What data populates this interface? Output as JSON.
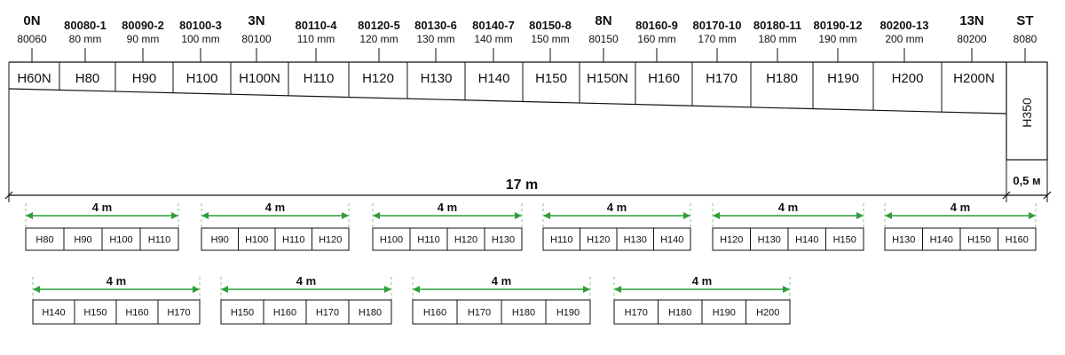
{
  "top_labels": [
    {
      "code": "0N",
      "sub": "80060",
      "major": true
    },
    {
      "code": "80080-1",
      "sub": "80 mm",
      "major": false
    },
    {
      "code": "80090-2",
      "sub": "90 mm",
      "major": false
    },
    {
      "code": "80100-3",
      "sub": "100 mm",
      "major": false
    },
    {
      "code": "3N",
      "sub": "80100",
      "major": true
    },
    {
      "code": "80110-4",
      "sub": "110 mm",
      "major": false
    },
    {
      "code": "80120-5",
      "sub": "120 mm",
      "major": false
    },
    {
      "code": "80130-6",
      "sub": "130 mm",
      "major": false
    },
    {
      "code": "80140-7",
      "sub": "140 mm",
      "major": false
    },
    {
      "code": "80150-8",
      "sub": "150 mm",
      "major": false
    },
    {
      "code": "8N",
      "sub": "80150",
      "major": true
    },
    {
      "code": "80160-9",
      "sub": "160 mm",
      "major": false
    },
    {
      "code": "80170-10",
      "sub": "170 mm",
      "major": false
    },
    {
      "code": "80180-11",
      "sub": "180 mm",
      "major": false
    },
    {
      "code": "80190-12",
      "sub": "190 mm",
      "major": false
    },
    {
      "code": "80200-13",
      "sub": "200 mm",
      "major": false
    },
    {
      "code": "13N",
      "sub": "80200",
      "major": true
    },
    {
      "code": "ST",
      "sub": "8080",
      "major": true
    }
  ],
  "channel_segments": [
    "H60N",
    "H80",
    "H90",
    "H100",
    "H100N",
    "H110",
    "H120",
    "H130",
    "H140",
    "H150",
    "H150N",
    "H160",
    "H170",
    "H180",
    "H190",
    "H200",
    "H200N"
  ],
  "end_block": "H350",
  "total_length": "17 m",
  "end_length": "0,5 м",
  "rows": [
    [
      {
        "length": "4 m",
        "cells": [
          "H80",
          "H90",
          "H100",
          "H110"
        ]
      },
      {
        "length": "4 m",
        "cells": [
          "H90",
          "H100",
          "H110",
          "H120"
        ]
      },
      {
        "length": "4 m",
        "cells": [
          "H100",
          "H110",
          "H120",
          "H130"
        ]
      },
      {
        "length": "4 m",
        "cells": [
          "H110",
          "H120",
          "H130",
          "H140"
        ]
      },
      {
        "length": "4 m",
        "cells": [
          "H120",
          "H130",
          "H140",
          "H150"
        ]
      },
      {
        "length": "4 m",
        "cells": [
          "H130",
          "H140",
          "H150",
          "H160"
        ]
      }
    ],
    [
      {
        "length": "4 m",
        "cells": [
          "H140",
          "H150",
          "H160",
          "H170"
        ]
      },
      {
        "length": "4 m",
        "cells": [
          "H150",
          "H160",
          "H170",
          "H180"
        ]
      },
      {
        "length": "4 m",
        "cells": [
          "H160",
          "H170",
          "H180",
          "H190"
        ]
      },
      {
        "length": "4 m",
        "cells": [
          "H170",
          "H180",
          "H190",
          "H200"
        ]
      }
    ]
  ],
  "colors": {
    "line": "#111111",
    "accent": "#2e9e3a",
    "guide": "#7fc98a"
  }
}
